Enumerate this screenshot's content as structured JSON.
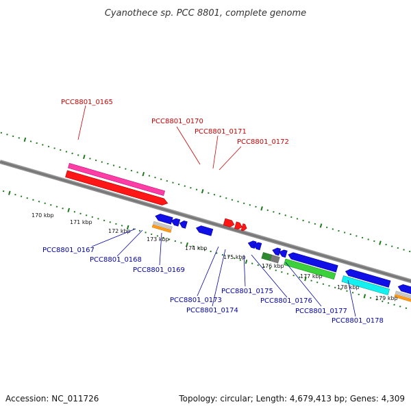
{
  "title": "Cyanothece sp. PCC 8801, complete genome",
  "footer": {
    "accession": "Accession: NC_011726",
    "topology": "Topology: circular; Length: 4,679,413 bp; Genes: 4,309"
  },
  "colors": {
    "forward_label": "#cc0000",
    "reverse_label": "#0000aa",
    "tick_mark": "#1a7a1a",
    "backbone": "#808080"
  },
  "ticks": [
    "170 kbp",
    "171 kbp",
    "172 kbp",
    "173 kbp",
    "174 kbp",
    "175 kbp",
    "176 kbp",
    "177 kbp",
    "178 kbp",
    "179 kbp"
  ],
  "forward_labels": [
    "PCC8801_0165",
    "PCC8801_0170",
    "PCC8801_0171",
    "PCC8801_0172"
  ],
  "reverse_labels": [
    "PCC8801_0167",
    "PCC8801_0168",
    "PCC8801_0169",
    "PCC8801_0173",
    "PCC8801_0174",
    "PCC8801_0175",
    "PCC8801_0176",
    "PCC8801_0177",
    "PCC8801_0178"
  ]
}
